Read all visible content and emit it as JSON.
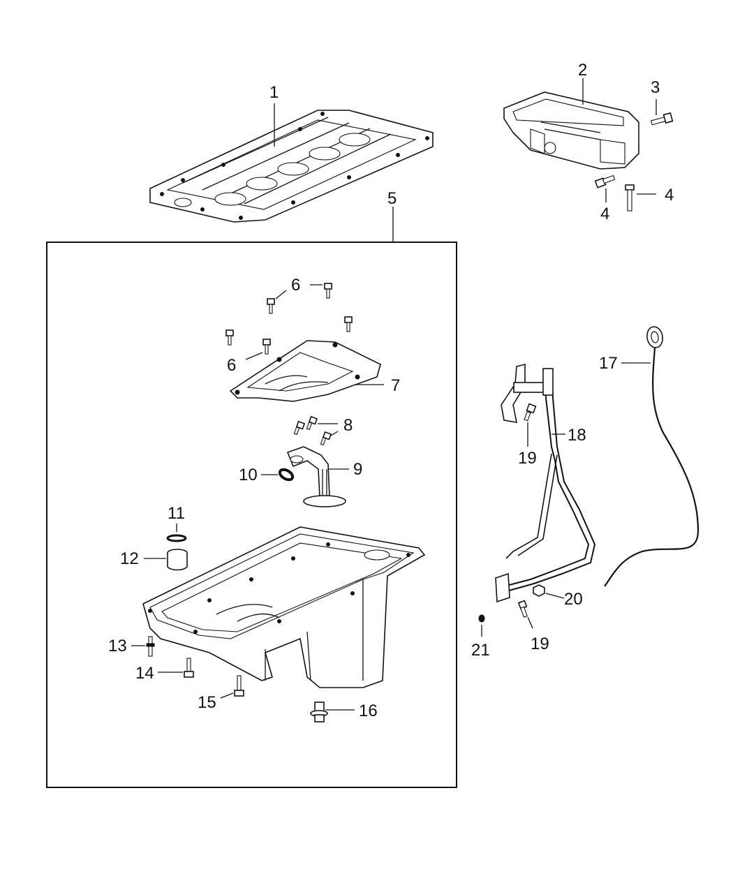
{
  "callouts": {
    "c1": "1",
    "c2": "2",
    "c3": "3",
    "c4a": "4",
    "c4b": "4",
    "c5": "5",
    "c6a": "6",
    "c6b": "6",
    "c7": "7",
    "c8": "8",
    "c9": "9",
    "c10": "10",
    "c11": "11",
    "c12": "12",
    "c13": "13",
    "c14": "14",
    "c15": "15",
    "c16": "16",
    "c17": "17",
    "c18": "18",
    "c19a": "19",
    "c19b": "19",
    "c20": "20",
    "c21": "21"
  },
  "parts": [
    {
      "ref": "1",
      "icon": "bedplate-gasket-icon"
    },
    {
      "ref": "2",
      "icon": "oil-pan-upper-icon"
    },
    {
      "ref": "3",
      "icon": "bolt-icon"
    },
    {
      "ref": "4",
      "icon": "bolt-icon"
    },
    {
      "ref": "5",
      "icon": "oil-pan-assembly-frame-icon"
    },
    {
      "ref": "6",
      "icon": "bolt-icon"
    },
    {
      "ref": "7",
      "icon": "windage-tray-icon"
    },
    {
      "ref": "8",
      "icon": "bolt-icon"
    },
    {
      "ref": "9",
      "icon": "oil-pickup-tube-icon"
    },
    {
      "ref": "10",
      "icon": "gasket-ring-icon"
    },
    {
      "ref": "11",
      "icon": "o-ring-icon"
    },
    {
      "ref": "12",
      "icon": "oil-filter-adapter-icon"
    },
    {
      "ref": "13",
      "icon": "stud-icon"
    },
    {
      "ref": "14",
      "icon": "bolt-icon"
    },
    {
      "ref": "15",
      "icon": "bolt-icon"
    },
    {
      "ref": "16",
      "icon": "drain-plug-icon"
    },
    {
      "ref": "17",
      "icon": "dipstick-icon"
    },
    {
      "ref": "18",
      "icon": "dipstick-tube-icon"
    },
    {
      "ref": "19",
      "icon": "bolt-icon"
    },
    {
      "ref": "20",
      "icon": "nut-icon"
    },
    {
      "ref": "21",
      "icon": "plug-icon"
    }
  ]
}
